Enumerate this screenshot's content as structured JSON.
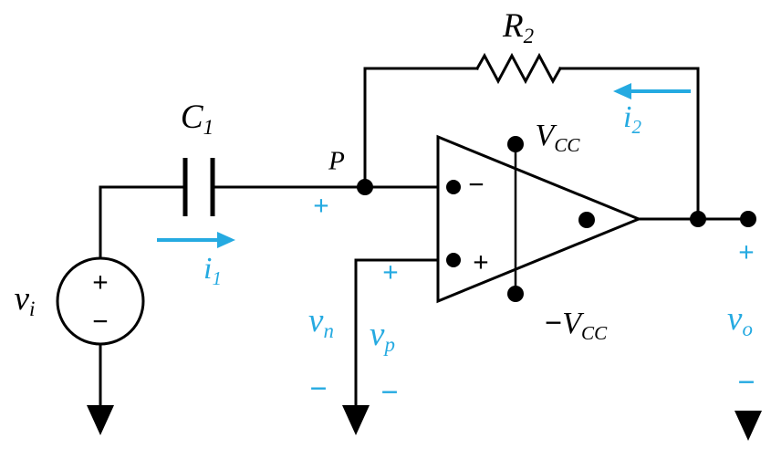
{
  "colors": {
    "wire": "#000000",
    "accent": "#25aae1"
  },
  "labels": {
    "vi": {
      "base": "v",
      "sub": "i"
    },
    "c1": {
      "base": "C",
      "sub": "1"
    },
    "r2": {
      "base": "R",
      "sub": "2"
    },
    "i1": {
      "base": "i",
      "sub": "1"
    },
    "i2": {
      "base": "i",
      "sub": "2"
    },
    "vn": {
      "base": "v",
      "sub": "n"
    },
    "vp": {
      "base": "v",
      "sub": "p"
    },
    "vo": {
      "base": "v",
      "sub": "o"
    },
    "vcc_top": {
      "base": "V",
      "sub": "CC"
    },
    "vcc_bottom": {
      "sign": "−",
      "base": "V",
      "sub": "CC"
    },
    "node_p": "P",
    "plus": "+",
    "minus": "−"
  }
}
